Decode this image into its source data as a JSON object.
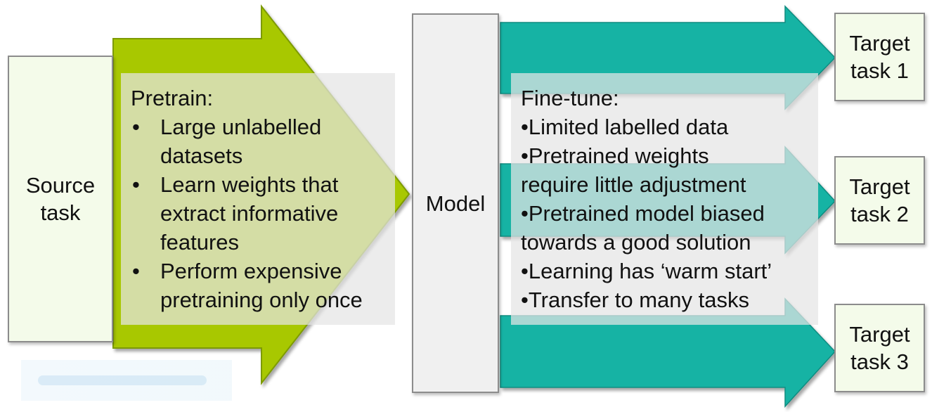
{
  "source": {
    "line1": "Source",
    "line2": "task"
  },
  "model": {
    "label": "Model"
  },
  "pretrain": {
    "heading": "Pretrain:",
    "items": [
      {
        "lines": [
          "Large unlabelled",
          "datasets"
        ]
      },
      {
        "lines": [
          "Learn weights that",
          "extract informative",
          "features"
        ]
      },
      {
        "lines": [
          "Perform expensive",
          "pretraining only once"
        ]
      }
    ]
  },
  "finetune": {
    "heading": "Fine-tune:",
    "lines": [
      "•Limited labelled data",
      "•Pretrained weights",
      "require little adjustment",
      "•Pretrained model biased",
      "towards a good solution",
      "•Learning has ‘warm start’",
      "•Transfer to many tasks"
    ]
  },
  "targets": [
    {
      "line1": "Target",
      "line2": "task 1"
    },
    {
      "line1": "Target",
      "line2": "task 2"
    },
    {
      "line1": "Target",
      "line2": "task 3"
    }
  ],
  "colors": {
    "pretrain_arrow": "#a8c800",
    "finetune_arrow": "#16b3a4",
    "box_fill": "#f4fbea",
    "box_border": "#8c8c8c"
  }
}
